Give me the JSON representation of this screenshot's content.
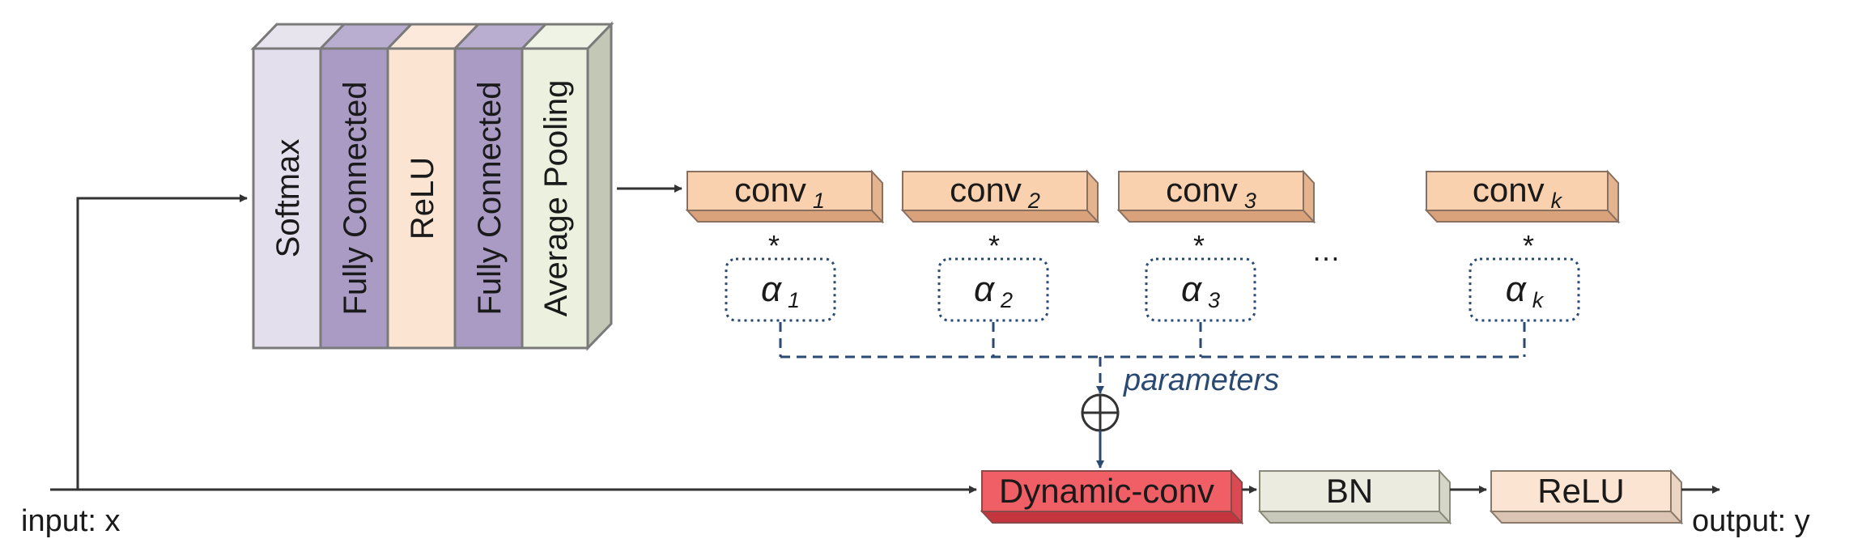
{
  "attention_branch": {
    "layers": [
      {
        "label": "Softmax"
      },
      {
        "label": "Fully Connected"
      },
      {
        "label": "ReLU"
      },
      {
        "label": "Fully Connected"
      },
      {
        "label": "Average Pooling"
      }
    ]
  },
  "kernels": [
    {
      "base": "conv",
      "sub": "1"
    },
    {
      "base": "conv",
      "sub": "2"
    },
    {
      "base": "conv",
      "sub": "3"
    },
    {
      "base": "conv",
      "sub": "k"
    }
  ],
  "attention_weights": [
    {
      "base": "α",
      "sub": "1"
    },
    {
      "base": "α",
      "sub": "2"
    },
    {
      "base": "α",
      "sub": "3"
    },
    {
      "base": "α",
      "sub": "k"
    }
  ],
  "multiply_symbol": "*",
  "ellipsis": "…",
  "sum_label": "parameters",
  "sum_symbol": "⊕",
  "main_path": [
    {
      "label": "Dynamic-conv"
    },
    {
      "label": "BN"
    },
    {
      "label": "ReLU"
    }
  ],
  "input_label": "input: x",
  "output_label": "output: y",
  "colors": {
    "softmax": "#e4dfec",
    "fully_connected": "#a99bc4",
    "relu": "#fce4d2",
    "avg_pool": "#ebf0df",
    "conv": "#fad1ae",
    "dynamic_conv": "#f15f66",
    "bn": "#ebebdf",
    "relu_out": "#fce4d2",
    "dashed": "#2a4a74"
  }
}
